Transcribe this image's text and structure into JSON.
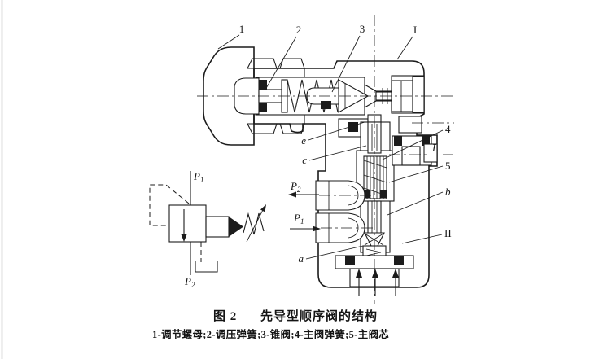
{
  "figure": {
    "number": "图 2",
    "title": "先导型顺序阀的结构",
    "legend": "1-调节螺母;2-调压弹簧;3-锥阀;4-主阀弹簧;5-主阀芯"
  },
  "callouts": {
    "n1": "1",
    "n2": "2",
    "n3": "3",
    "n4": "4",
    "n5": "5",
    "sec1": "I",
    "sec2": "II",
    "port_l": "L",
    "pt_a": "a",
    "pt_b": "b",
    "pt_c": "c",
    "pt_e": "e"
  },
  "ports": {
    "letter": "P",
    "sub1": "1",
    "sub2": "2"
  },
  "colors": {
    "ink": "#1c1c1c",
    "paper": "#ffffff",
    "page_edge": "#c9c9c9"
  }
}
